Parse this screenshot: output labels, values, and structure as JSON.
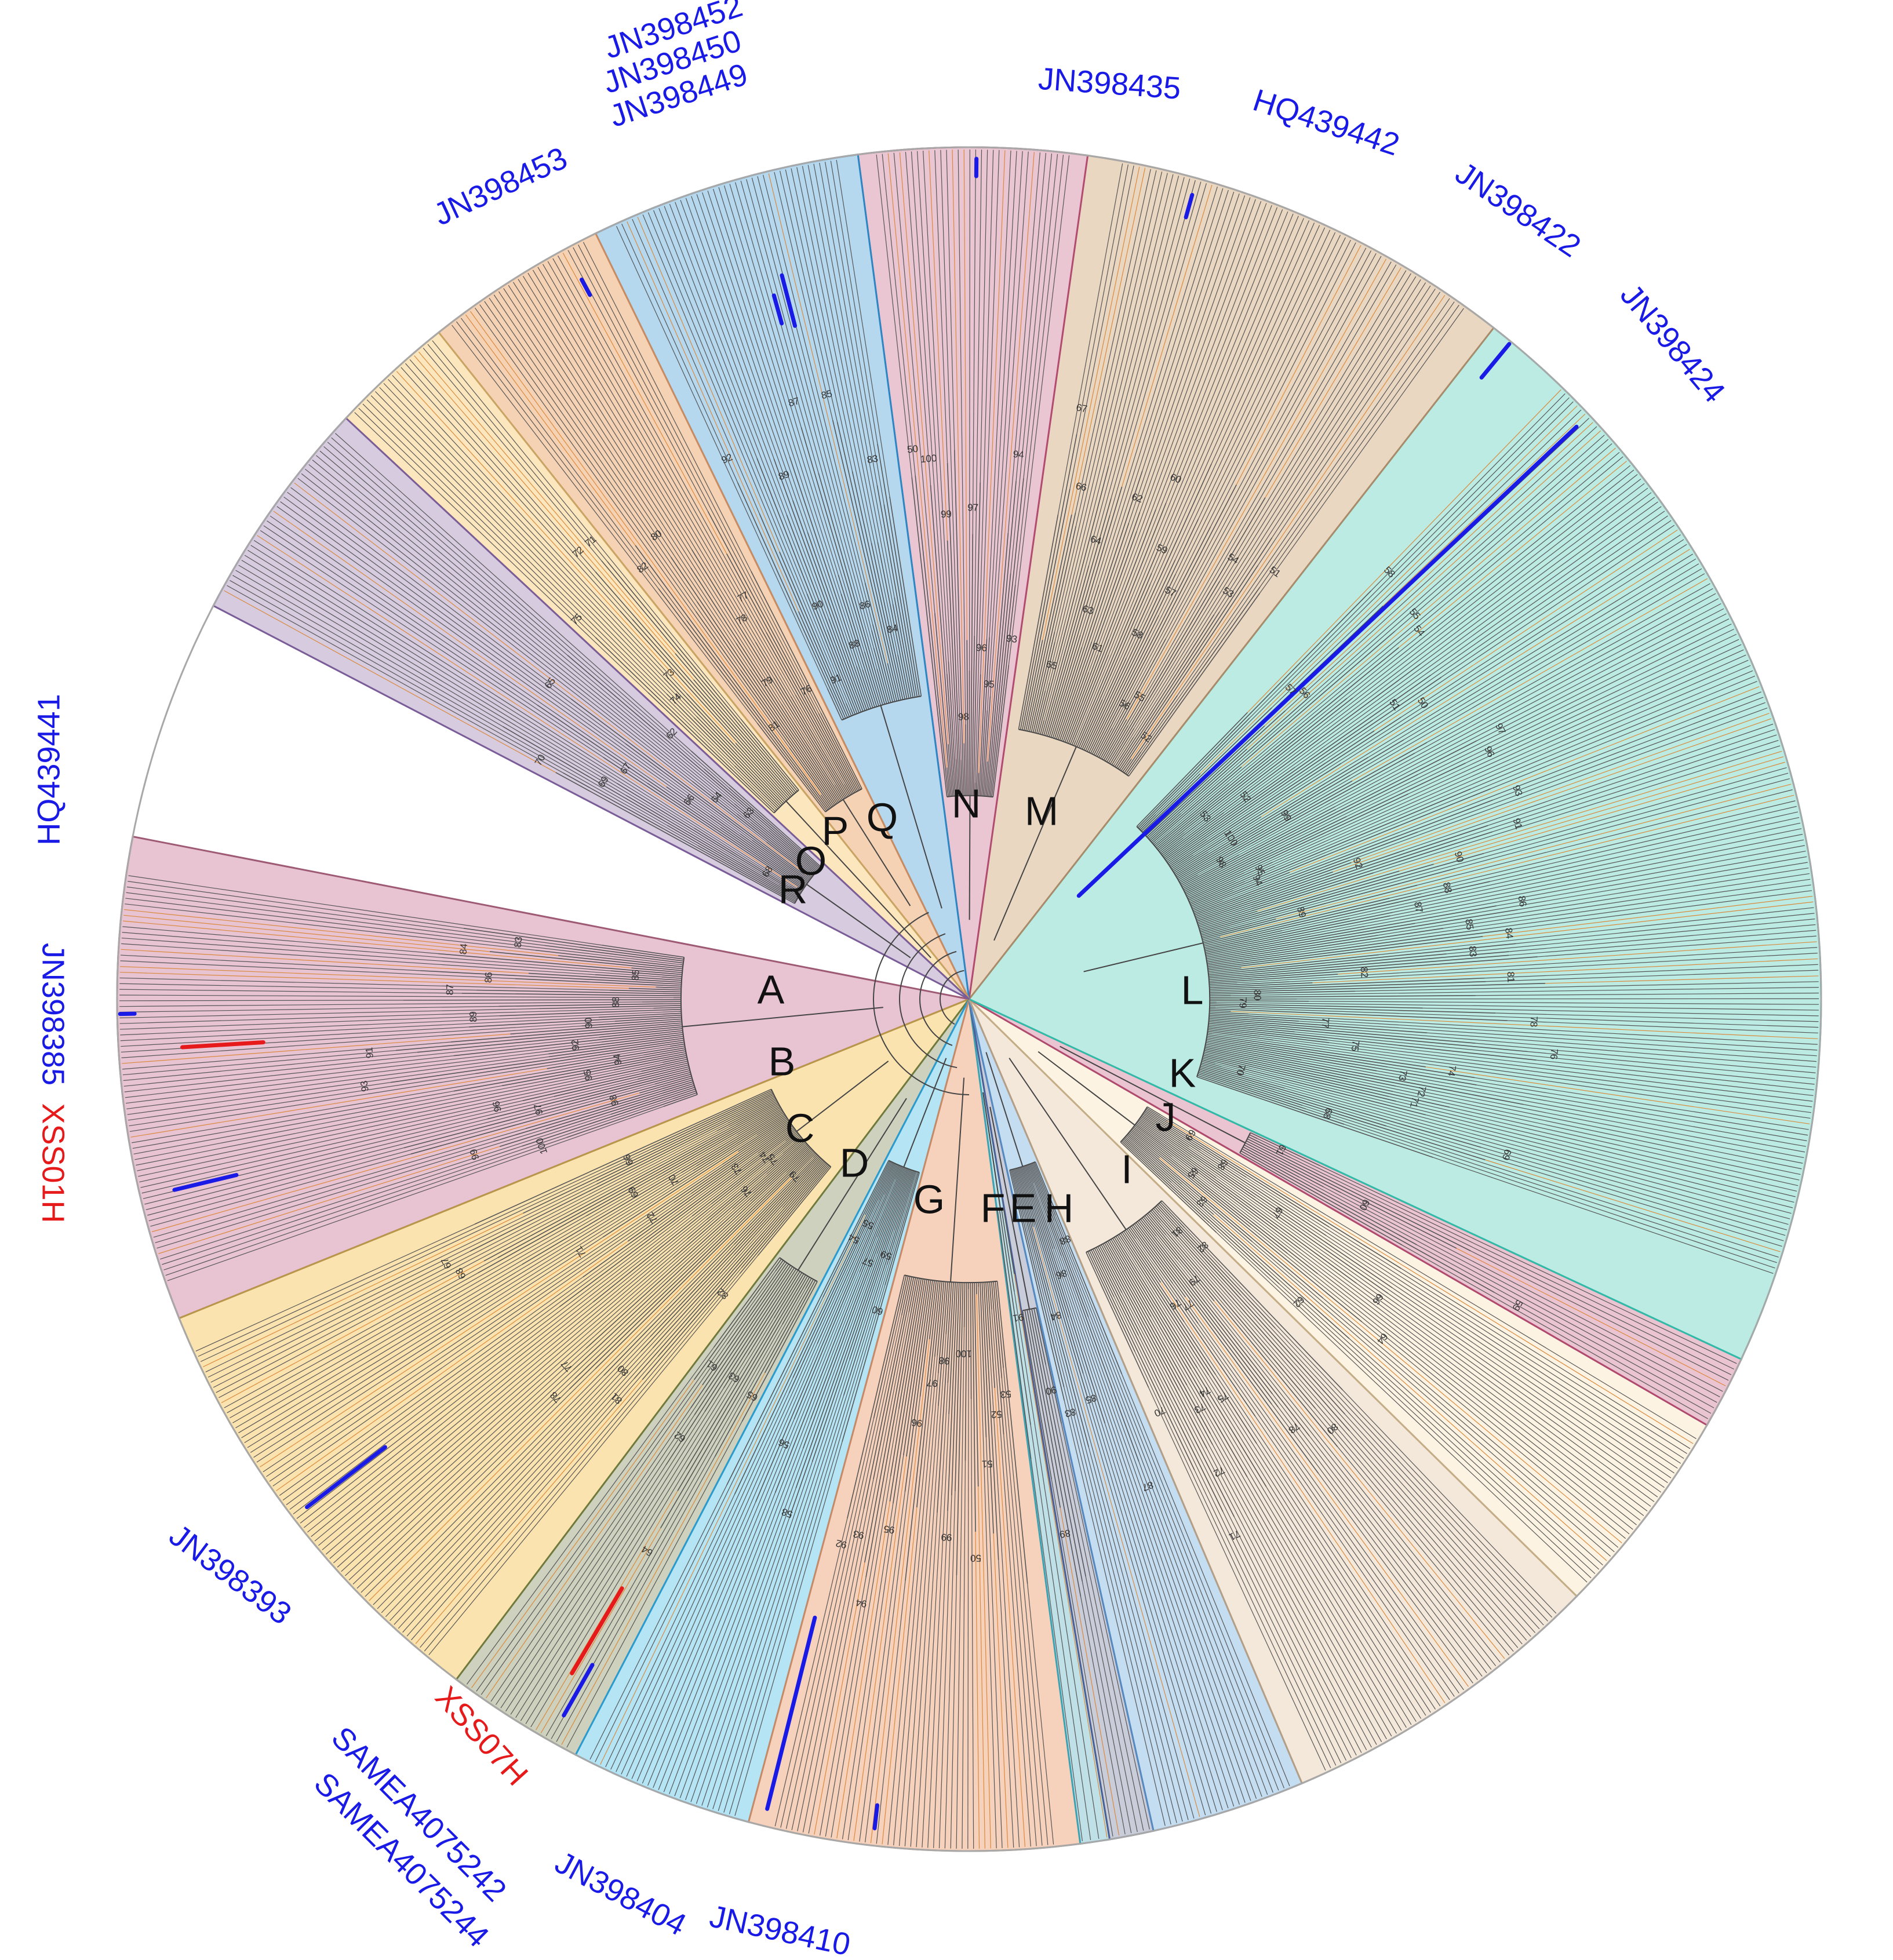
{
  "clades": [
    {
      "id": "A",
      "label": "A",
      "color": "#e8c4d2",
      "edge": "#9e5a74"
    },
    {
      "id": "B",
      "label": "B",
      "color": "#fbe3b0",
      "edge": "#b8964a"
    },
    {
      "id": "C",
      "label": "C",
      "color": "#cdd1bd",
      "edge": "#6f7a3c"
    },
    {
      "id": "D",
      "label": "D",
      "color": "#b5e4f4",
      "edge": "#2a9bd0"
    },
    {
      "id": "G",
      "label": "G",
      "color": "#f6d1bb",
      "edge": "#c88a66"
    },
    {
      "id": "F",
      "label": "F",
      "color": "#bfe0e6",
      "edge": "#3aa3b5"
    },
    {
      "id": "E",
      "label": "E",
      "color": "#c9ccd9",
      "edge": "#4a5f96"
    },
    {
      "id": "H",
      "label": "H",
      "color": "#c5ddf0",
      "edge": "#5489c2"
    },
    {
      "id": "I",
      "label": "I",
      "color": "#f4e8da",
      "edge": "#b49f86"
    },
    {
      "id": "J",
      "label": "J",
      "color": "#fdf3e2",
      "edge": "#c4ad86"
    },
    {
      "id": "K",
      "label": "K",
      "color": "#ebc4d2",
      "edge": "#b0496e"
    },
    {
      "id": "L",
      "label": "L",
      "color": "#bcebe3",
      "edge": "#2fbba8"
    },
    {
      "id": "M",
      "label": "M",
      "color": "#ead7c2",
      "edge": "#a98b6a"
    },
    {
      "id": "N",
      "label": "N",
      "color": "#eac6d3",
      "edge": "#b24a72"
    },
    {
      "id": "Q",
      "label": "Q",
      "color": "#b6d8ee",
      "edge": "#2a86c4"
    },
    {
      "id": "P",
      "label": "P",
      "color": "#f6d2b4",
      "edge": "#c98b5f"
    },
    {
      "id": "O",
      "label": "O",
      "color": "#fce6bd",
      "edge": "#c9a463"
    },
    {
      "id": "R",
      "label": "R",
      "color": "#d6cbdf",
      "edge": "#7a5c98"
    }
  ],
  "highlighted_taxa": [
    {
      "name": "JN398452",
      "color": "#1a1ae6"
    },
    {
      "name": "JN398450",
      "color": "#1a1ae6"
    },
    {
      "name": "JN398449",
      "color": "#1a1ae6"
    },
    {
      "name": "JN398435",
      "color": "#1a1ae6"
    },
    {
      "name": "HQ439442",
      "color": "#1a1ae6"
    },
    {
      "name": "JN398422",
      "color": "#1a1ae6"
    },
    {
      "name": "JN398424",
      "color": "#1a1ae6"
    },
    {
      "name": "JN398453",
      "color": "#1a1ae6"
    },
    {
      "name": "HQ439441",
      "color": "#1a1ae6"
    },
    {
      "name": "JN398385",
      "color": "#1a1ae6"
    },
    {
      "name": "XSS01H",
      "color": "#e61a1a"
    },
    {
      "name": "JN398393",
      "color": "#1a1ae6"
    },
    {
      "name": "XSS07H",
      "color": "#e61a1a"
    },
    {
      "name": "SAMEA4075242",
      "color": "#1a1ae6"
    },
    {
      "name": "SAMEA4075244",
      "color": "#1a1ae6"
    },
    {
      "name": "JN398404",
      "color": "#1a1ae6"
    },
    {
      "name": "JN398410",
      "color": "#1a1ae6"
    }
  ],
  "bootstrap_labels": [
    "100",
    "99",
    "98",
    "97",
    "96",
    "95",
    "94",
    "93",
    "92",
    "91",
    "90",
    "89",
    "88",
    "87",
    "86",
    "85",
    "84",
    "83",
    "82",
    "81",
    "80",
    "79",
    "78",
    "77",
    "76",
    "75",
    "74",
    "73",
    "72",
    "71",
    "70",
    "69",
    "68",
    "67",
    "66",
    "65",
    "64",
    "63",
    "62",
    "61",
    "60",
    "59",
    "58",
    "57",
    "56",
    "55",
    "54",
    "53",
    "52",
    "51",
    "50"
  ]
}
